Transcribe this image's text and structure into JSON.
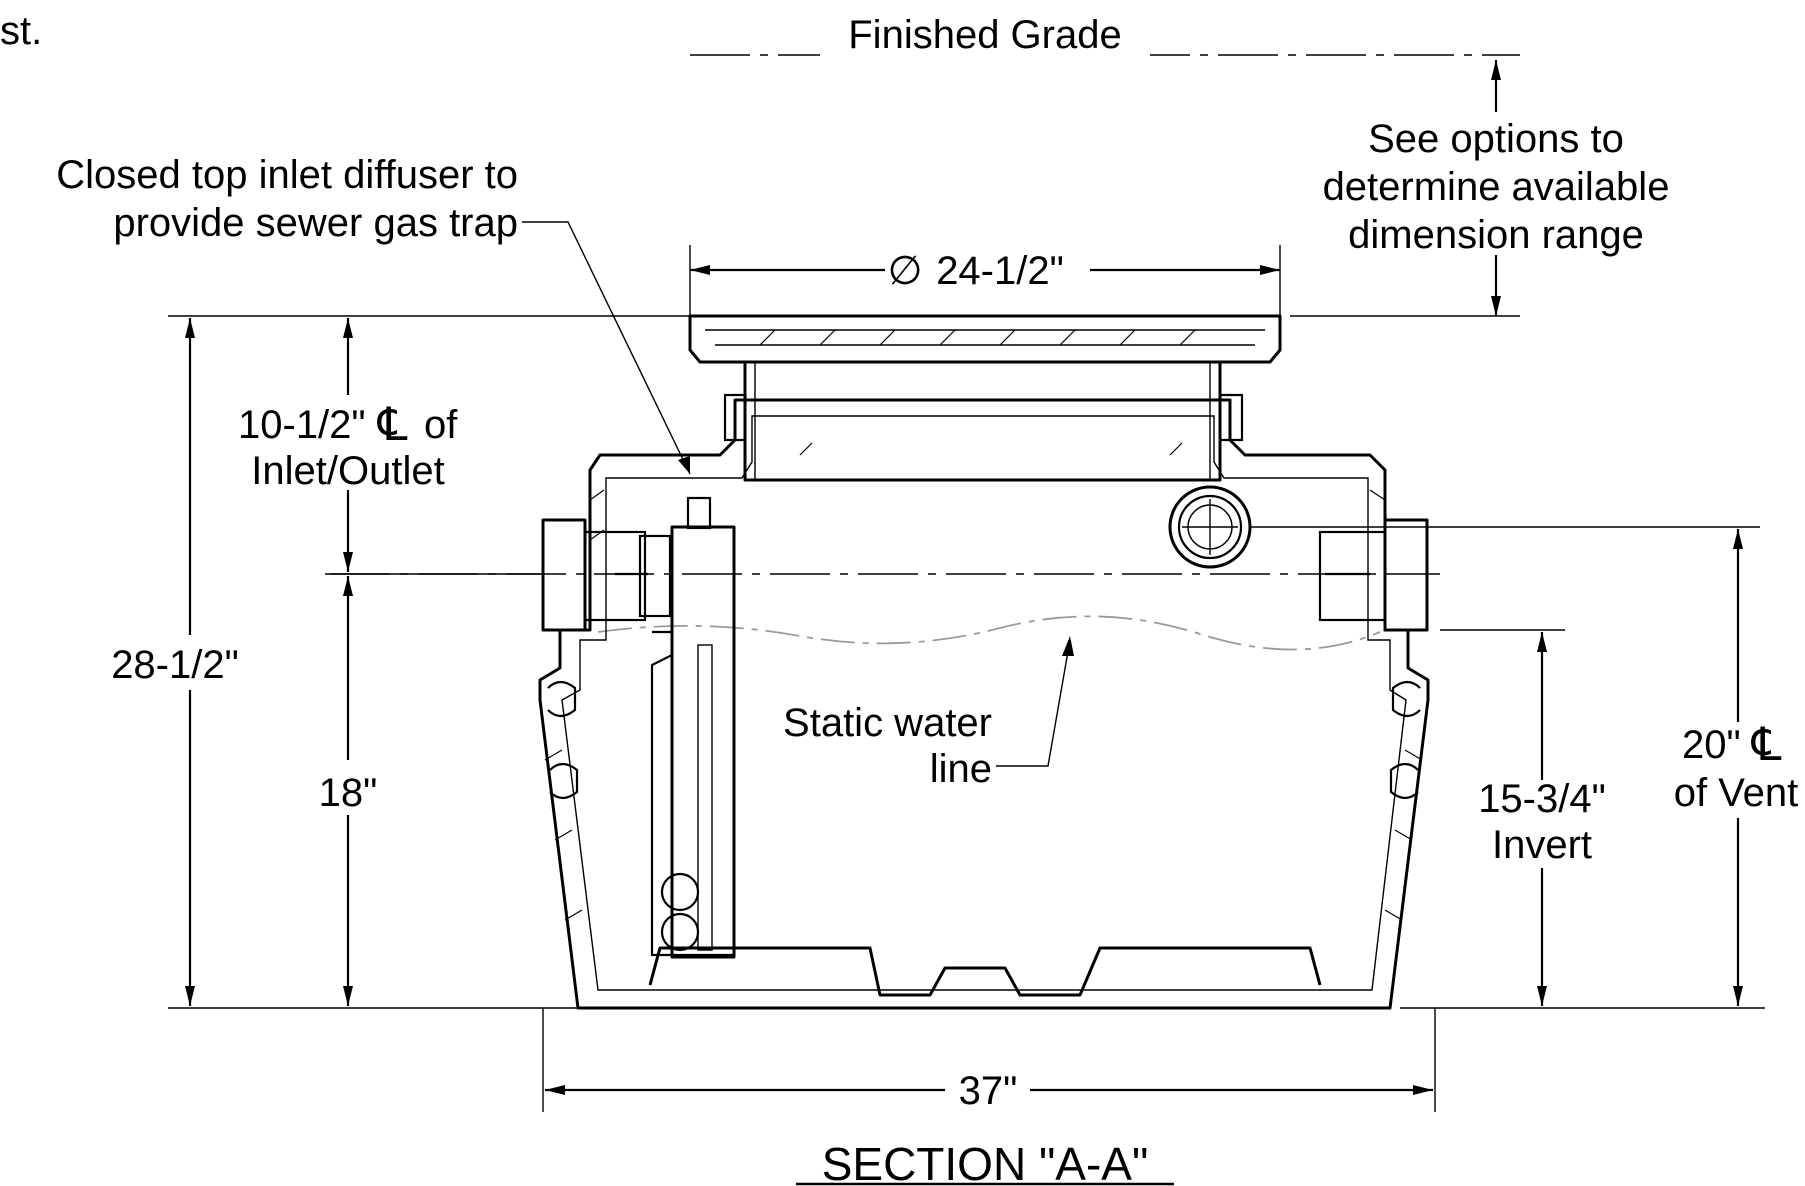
{
  "fragment_text": "st.",
  "finished_grade": "Finished Grade",
  "options_note": [
    "See options to",
    "determine available",
    "dimension range"
  ],
  "diffuser_note": [
    "Closed top inlet diffuser to",
    "provide sewer gas trap"
  ],
  "dim_diameter": "24-1/2\"",
  "diameter_symbol": "∅",
  "dim_inlet_cl": [
    "10-1/2\"",
    "of",
    "Inlet/Outlet"
  ],
  "centerline_symbol": "℄",
  "dim_total_height": "28-1/2\"",
  "dim_18": "18\"",
  "water_note": [
    "Static water",
    "line"
  ],
  "dim_invert": [
    "15-3/4\"",
    "Invert"
  ],
  "dim_vent": [
    "20\"",
    "of Vent"
  ],
  "dim_width": "37\"",
  "section_title": "SECTION \"A-A\""
}
